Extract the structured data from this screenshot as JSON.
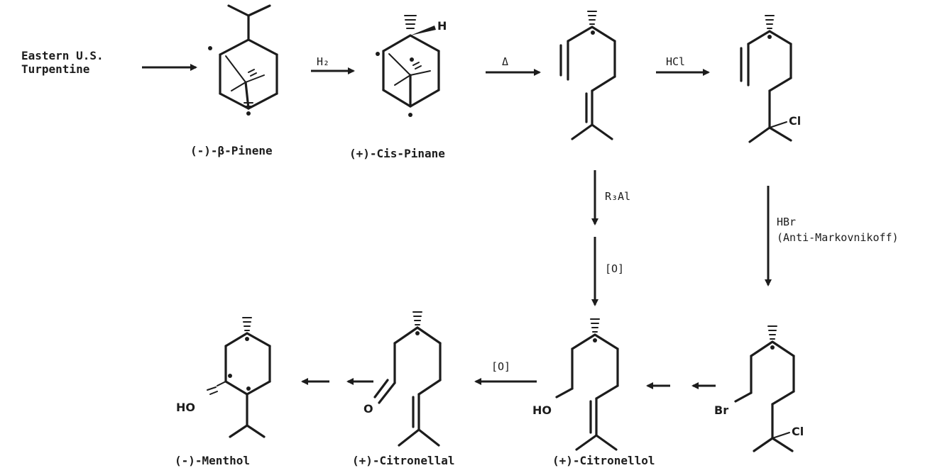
{
  "source": {
    "line1": "Eastern U.S.",
    "line2": "Turpentine"
  },
  "compounds": {
    "beta_pinene": "(-)-β-Pinene",
    "cis_pinane": "(+)-Cis-Pinane",
    "citronellol": "(+)-Citronellol",
    "citronellal": "(+)-Citronellal",
    "menthol": "(-)-Menthol"
  },
  "reagents": {
    "h2": "H₂",
    "heat": "Δ",
    "hcl": "HCl",
    "r3al": "R₃Al",
    "oxidation1": "[O]",
    "oxidation2": "[O]",
    "hbr": "HBr",
    "anti_markovnikoff": "(Anti-Markovnikoff)"
  },
  "atoms": {
    "h": "H",
    "cl1": "Cl",
    "cl2": "Cl",
    "br": "Br",
    "ho_citronellol": "HO",
    "ho_menthol": "HO",
    "o_aldehyde": "O"
  }
}
